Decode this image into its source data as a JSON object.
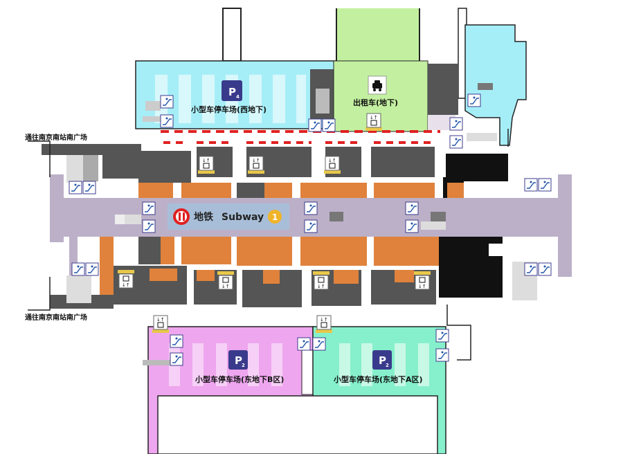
{
  "map": {
    "parking_west": {
      "label": "小型车停车场(西地下)",
      "badge_letter": "P",
      "badge_level": "4"
    },
    "taxi": {
      "label": "出租车(地下)",
      "icon": "taxi-icon"
    },
    "subway": {
      "label_cn": "地铁",
      "label_en": "Subway",
      "line_number": "1",
      "logo": "metro-logo-icon"
    },
    "parking_east_b": {
      "label": "小型车停车场(东地下B区)",
      "badge_letter": "P",
      "badge_level": "2"
    },
    "parking_east_a": {
      "label": "小型车停车场(东地下A区)",
      "badge_letter": "P",
      "badge_level": "2"
    },
    "south_plaza_top": "通往南京南站南广场",
    "south_plaza_bottom": "通往南京南站南广场",
    "icons": {
      "escalator": "escalator-icon",
      "elevator": "elevator-icon",
      "parking": "parking-icon"
    },
    "colors": {
      "parking_west": "#a6eef7",
      "taxi": "#c3f0a0",
      "subway_concourse": "#bcb0c8",
      "subway_sign": "#a8bed8",
      "platform_orange": "#e0823c",
      "building_gray": "#555555",
      "parking_east_b": "#eea6ee",
      "parking_east_a": "#86f0cc",
      "parking_badge": "#3a3a8c",
      "metro_red": "#e02020",
      "line1_yellow": "#f0b428"
    }
  }
}
